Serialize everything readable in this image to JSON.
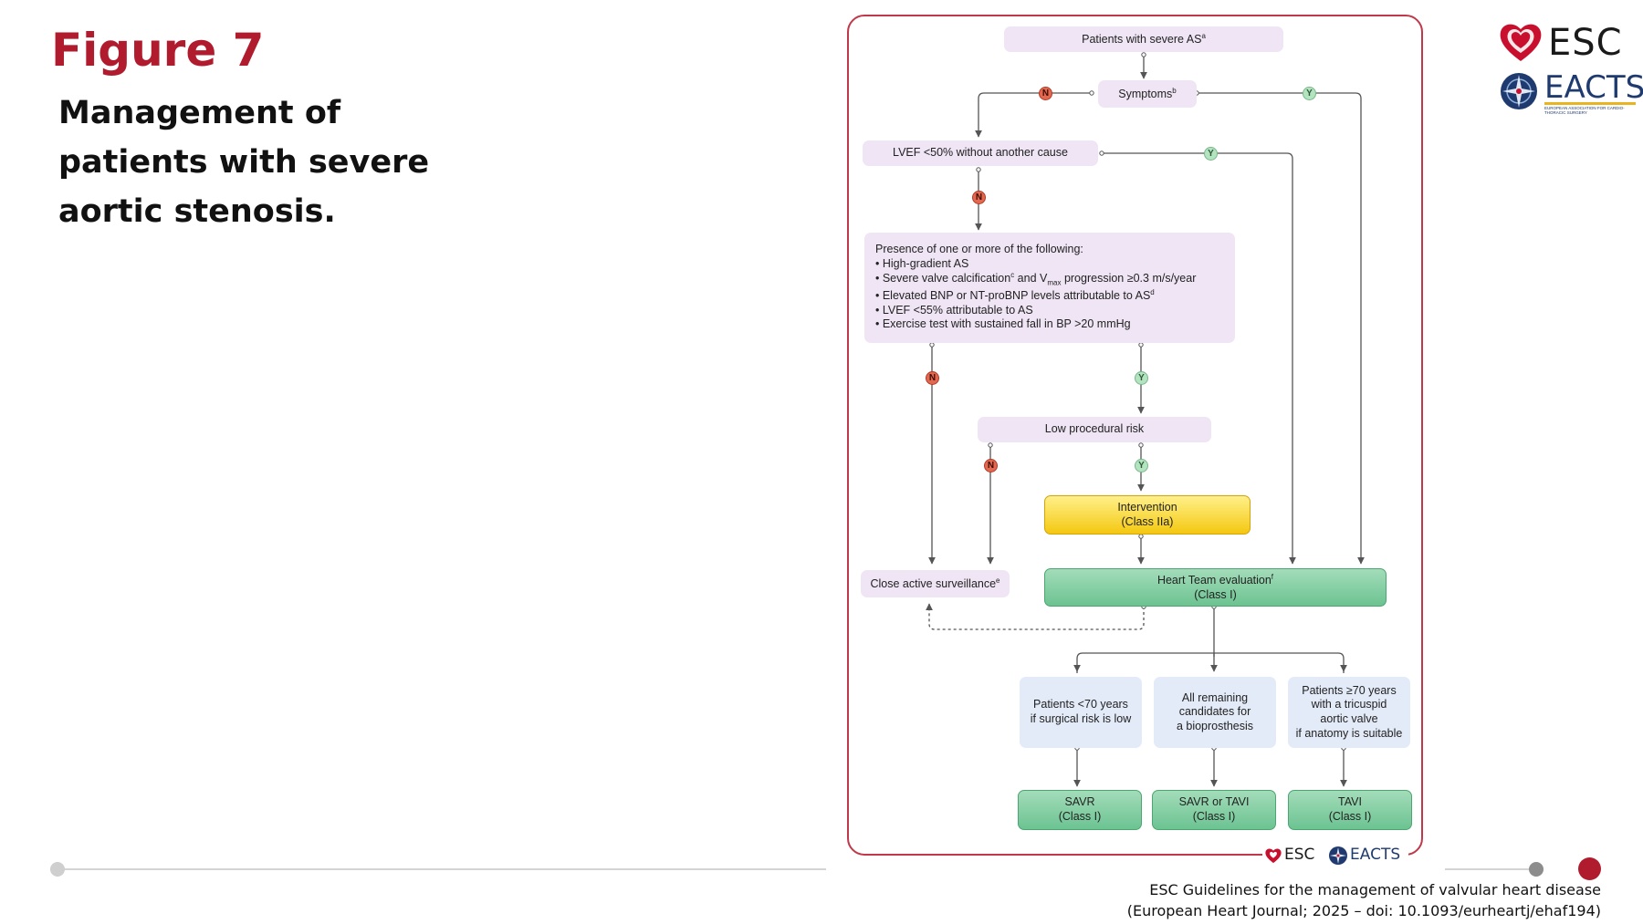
{
  "slide": {
    "figure_label": "Figure 7",
    "title_lines": [
      "Management of",
      "patients with severe",
      "aortic stenosis."
    ]
  },
  "logos": {
    "esc": "ESC",
    "eacts": "EACTS",
    "eacts_caption": "EUROPEAN ASSOCIATION FOR CARDIO-THORACIC SURGERY"
  },
  "flowchart": {
    "start": {
      "text": "Patients with severe AS",
      "sup": "a"
    },
    "symptoms": {
      "text": "Symptoms",
      "sup": "b"
    },
    "lvef": "LVEF <50% without another cause",
    "criteria": {
      "heading": "Presence of one or more of the following:",
      "item1": "• High-gradient AS",
      "item2_pre": "• Severe valve calcification",
      "item2_sup": "c",
      "item2_mid": " and V",
      "item2_sub": "max",
      "item2_post": " progression ≥0.3 m/s/year",
      "item3": "• Elevated BNP or NT-proBNP levels attributable to AS",
      "item3_sup": "d",
      "item4": "• LVEF <55% attributable to AS",
      "item5": "• Exercise test with sustained fall in BP >20 mmHg"
    },
    "low_risk": "Low procedural risk",
    "intervention": {
      "line1": "Intervention",
      "line2": "(Class IIa)"
    },
    "surveillance": {
      "text": "Close active surveillance",
      "sup": "e"
    },
    "heart_team": {
      "line1": "Heart Team evaluation",
      "sup": "f",
      "line2": "(Class I)"
    },
    "groups": [
      {
        "lines": [
          "Patients <70 years",
          "if surgical risk is low"
        ]
      },
      {
        "lines": [
          "All remaining",
          "candidates for",
          "a bioprosthesis"
        ]
      },
      {
        "lines": [
          "Patients ≥70 years",
          "with a tricuspid",
          "aortic valve",
          "if anatomy is suitable"
        ]
      }
    ],
    "outcomes": [
      {
        "line1": "SAVR",
        "line2": "(Class I)"
      },
      {
        "line1": "SAVR or TAVI",
        "line2": "(Class I)"
      },
      {
        "line1": "TAVI",
        "line2": "(Class I)"
      }
    ],
    "no_label": "N",
    "yes_label": "Y"
  },
  "footer": {
    "line1": "ESC Guidelines for the management of valvular heart disease",
    "line2": "(European Heart Journal; 2025 – doi: 10.1093/eurheartj/ehaf194)"
  },
  "colors": {
    "brand_red": "#b01c2e",
    "frame_red": "#c0394a",
    "lilac": "#efe5f5",
    "blue": "#e4ebf8",
    "green": "#6cc392",
    "yellow": "#f4c811"
  }
}
